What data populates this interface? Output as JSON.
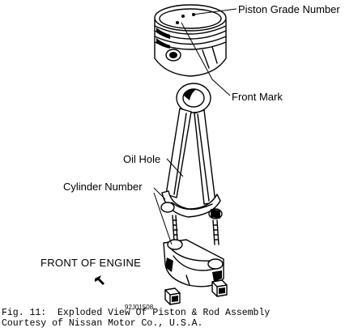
{
  "labels": {
    "piston_grade": "Piston Grade Number",
    "front_mark": "Front Mark",
    "oil_hole": "Oil Hole",
    "cylinder_number": "Cylinder Number",
    "front_of_engine": "FRONT OF ENGINE",
    "figure_code": "92J01508"
  },
  "caption": {
    "line1": "Fig. 11:  Exploded View Of Piston & Rod Assembly",
    "line2": "Courtesy of Nissan Motor Co., U.S.A."
  },
  "colors": {
    "ink": "#000000",
    "paper": "#ffffff"
  },
  "icons": {
    "direction": "arrow-icon"
  }
}
